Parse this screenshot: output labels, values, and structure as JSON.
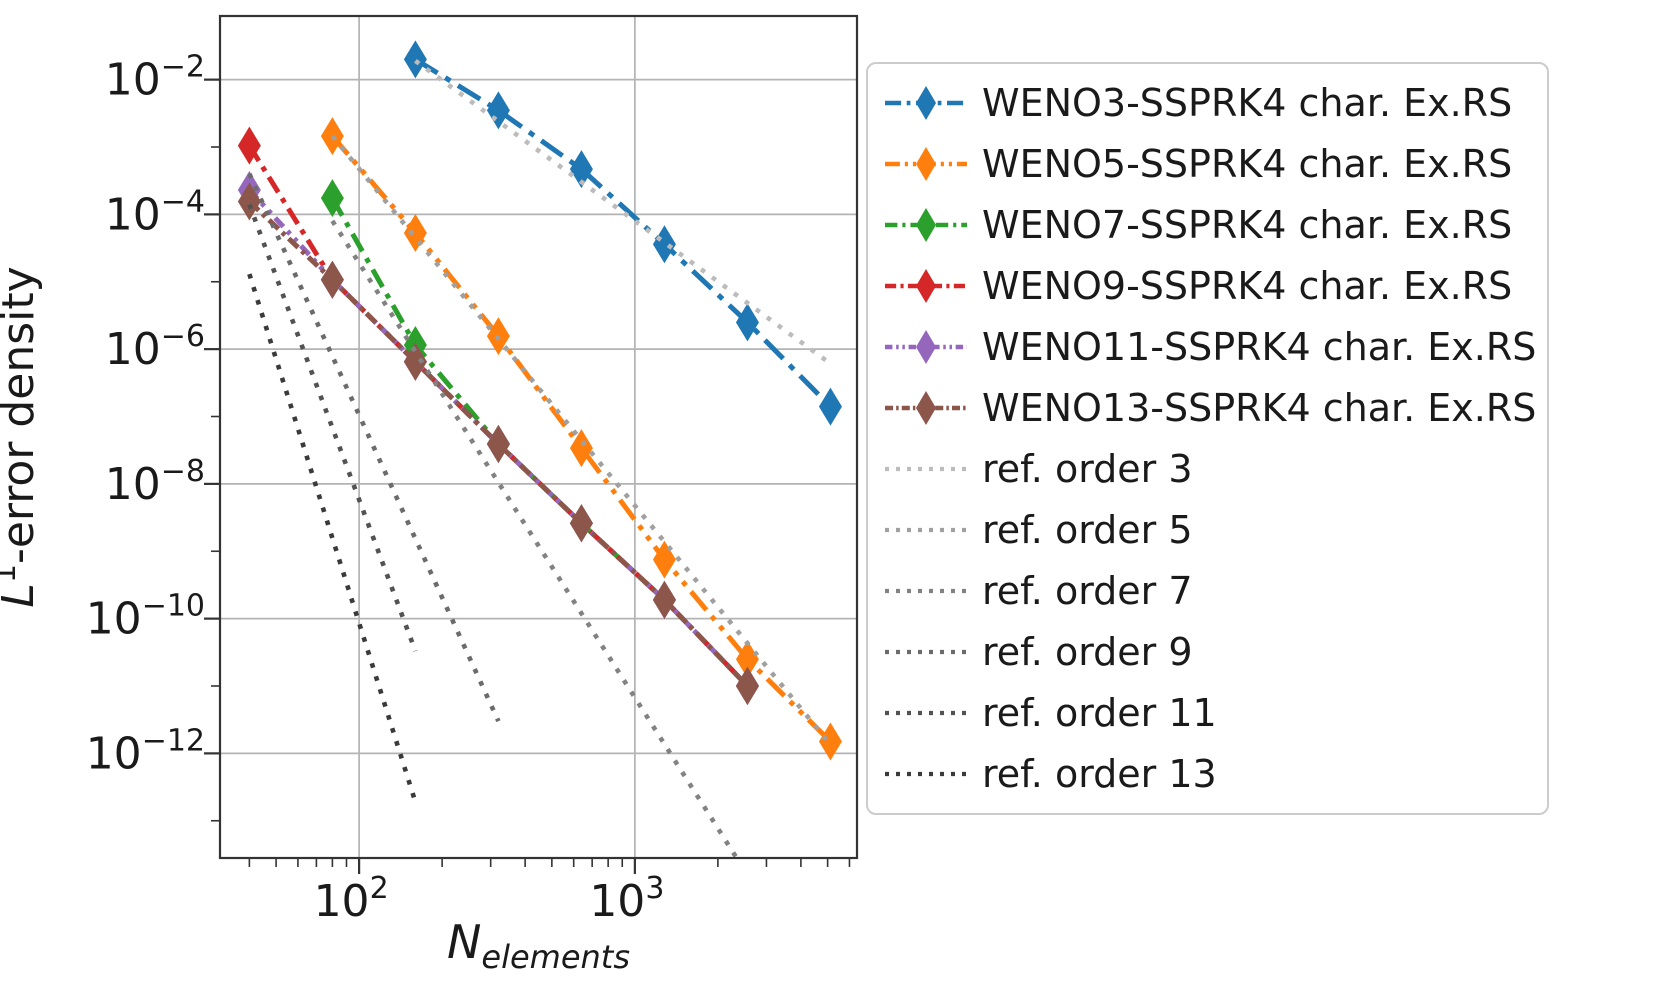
{
  "figure": {
    "background": "#ffffff",
    "grid_color": "#b3b3b3",
    "spine_color": "#333333",
    "text_color": "#1a1a1a"
  },
  "chart_data": {
    "type": "line",
    "xscale": "log",
    "yscale": "log",
    "xlabel_var": "N",
    "xlabel_sub": "elements",
    "ylabel_var": "L",
    "ylabel_sup": "1",
    "ylabel_rest": "-error density",
    "xlim": [
      31.3,
      6390
    ],
    "ylim": [
      2.8e-14,
      0.088
    ],
    "x_tick_exponents": [
      2,
      3
    ],
    "y_tick_exponents": [
      -2,
      -4,
      -6,
      -8,
      -10,
      -12
    ],
    "grid": true,
    "legend_position": "outside-right",
    "tick_base": "10",
    "series": [
      {
        "name": "WENO3-SSPRK4 char. Ex.RS",
        "color": "#1f77b4",
        "dash": [
          26,
          9,
          6,
          9
        ],
        "marker": "thin-diamond",
        "points": [
          [
            160,
            0.02
          ],
          [
            320,
            0.0035
          ],
          [
            640,
            0.00047
          ],
          [
            1280,
            3.6e-05
          ],
          [
            2560,
            2.5e-06
          ],
          [
            5120,
            1.4e-07
          ]
        ]
      },
      {
        "name": "WENO5-SSPRK4 char. Ex.RS",
        "color": "#ff7f0e",
        "dash": [
          24,
          8,
          5,
          8,
          5,
          8
        ],
        "marker": "thin-diamond",
        "points": [
          [
            80,
            0.00145
          ],
          [
            160,
            5.3e-05
          ],
          [
            320,
            1.56e-06
          ],
          [
            640,
            3.4e-08
          ],
          [
            1280,
            7.5e-10
          ],
          [
            2560,
            2.5e-11
          ],
          [
            5120,
            1.5e-12
          ]
        ]
      },
      {
        "name": "WENO7-SSPRK4 char. Ex.RS",
        "color": "#2ca02c",
        "dash": [
          20,
          8,
          5,
          8
        ],
        "marker": "thin-diamond",
        "points": [
          [
            80,
            0.000174
          ],
          [
            160,
            1.15e-06
          ],
          [
            320,
            3.9e-08
          ],
          [
            640,
            2.6e-09
          ],
          [
            1280,
            1.9e-10
          ],
          [
            2560,
            1e-11
          ]
        ]
      },
      {
        "name": "WENO9-SSPRK4 char. Ex.RS",
        "color": "#d62728",
        "dash": [
          18,
          7,
          5,
          7
        ],
        "marker": "thin-diamond",
        "points": [
          [
            40,
            0.00105
          ],
          [
            80,
            1.07e-05
          ],
          [
            160,
            6.5e-07
          ],
          [
            320,
            3.9e-08
          ],
          [
            640,
            2.6e-09
          ],
          [
            1280,
            1.9e-10
          ],
          [
            2560,
            1e-11
          ]
        ]
      },
      {
        "name": "WENO11-SSPRK4 char. Ex.RS",
        "color": "#9467bd",
        "dash": [
          12,
          6,
          4,
          6,
          4,
          6
        ],
        "marker": "thin-diamond",
        "points": [
          [
            40,
            0.00023
          ],
          [
            80,
            1.07e-05
          ],
          [
            160,
            6.5e-07
          ],
          [
            320,
            3.9e-08
          ],
          [
            640,
            2.6e-09
          ],
          [
            1280,
            1.9e-10
          ],
          [
            2560,
            1e-11
          ]
        ]
      },
      {
        "name": "WENO13-SSPRK4 char. Ex.RS",
        "color": "#8c564b",
        "dash": [
          13,
          5,
          4,
          5
        ],
        "marker": "thin-diamond",
        "points": [
          [
            40,
            0.000155
          ],
          [
            80,
            1.07e-05
          ],
          [
            160,
            6.5e-07
          ],
          [
            320,
            3.9e-08
          ],
          [
            640,
            2.6e-09
          ],
          [
            1280,
            1.9e-10
          ],
          [
            2560,
            1e-11
          ]
        ]
      }
    ],
    "ref_lines": [
      {
        "name": "ref. order 3",
        "order": 3,
        "color": "#bcbcbc",
        "points": [
          [
            160,
            0.019
          ],
          [
            5120,
            6.1e-07
          ]
        ]
      },
      {
        "name": "ref. order 5",
        "order": 5,
        "color": "#a0a0a0",
        "points": [
          [
            80,
            0.00145
          ],
          [
            5120,
            1.35e-12
          ]
        ]
      },
      {
        "name": "ref. order 7",
        "order": 7,
        "color": "#828282",
        "points": [
          [
            80,
            8e-05
          ],
          [
            2340,
            2.8e-14
          ]
        ]
      },
      {
        "name": "ref. order 9",
        "order": 9,
        "color": "#6b6b6b",
        "points": [
          [
            40,
            0.0004
          ],
          [
            320,
            3e-12
          ]
        ]
      },
      {
        "name": "ref. order 11",
        "order": 11,
        "color": "#525252",
        "points": [
          [
            40,
            0.00014
          ],
          [
            160,
            3.3e-11
          ]
        ]
      },
      {
        "name": "ref. order 13",
        "order": 13,
        "color": "#3a3a3a",
        "points": [
          [
            40,
            1.3e-05
          ],
          [
            160,
            1.9e-13
          ]
        ]
      }
    ]
  }
}
